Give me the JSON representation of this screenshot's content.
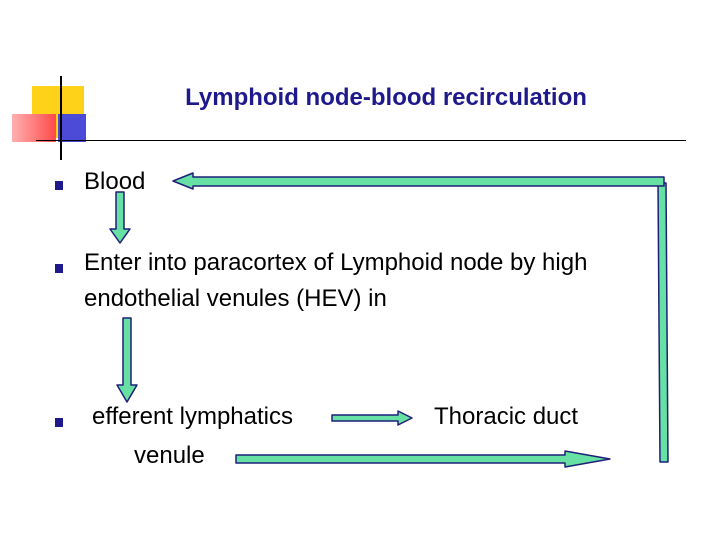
{
  "title": "Lymphoid node-blood recirculation",
  "bullets": [
    {
      "text": "Blood"
    },
    {
      "text_line1": "Enter into paracortex of  Lymphoid node  by high",
      "text_line2": "endothelial venules  (HEV)  in"
    },
    {
      "text_line1": "efferent lymphatics",
      "text_line2": "venule"
    }
  ],
  "thoracic_label": "Thoracic duct",
  "colors": {
    "title": "#1f1a8c",
    "bullet": "#1f1a8c",
    "arrow_fill": "#66e0a3",
    "arrow_stroke": "#1f1f7a",
    "deco_yellow": "#ffd21a",
    "deco_red": "#ff4a4a",
    "deco_blue": "#4b4bd8",
    "rule": "#000000"
  }
}
